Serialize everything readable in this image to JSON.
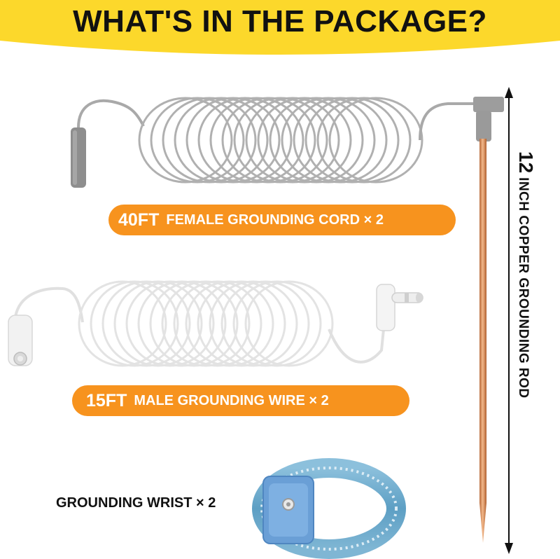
{
  "banner": {
    "title": "WHAT'S IN THE PACKAGE?",
    "color": "#fcd82b"
  },
  "items": {
    "female_cord": {
      "length": "40FT",
      "label": "FEMALE GROUNDING CORD × 2"
    },
    "male_wire": {
      "length": "15FT",
      "label": "MALE GROUNDING WIRE × 2"
    },
    "wrist": {
      "label": "GROUNDING WRIST × 2"
    },
    "rod": {
      "length": "12",
      "label": "INCH COPPER GROUNDING ROD"
    }
  },
  "colors": {
    "pill": "#f7931e",
    "gray_cord": "#a9a9a9",
    "white_wire": "#e6e6e6",
    "copper": "#d9935c",
    "wristband": "#6aa6c8"
  },
  "icons": [
    "gray-coiled-cord-icon",
    "white-coiled-wire-icon",
    "copper-rod-icon",
    "wrist-strap-icon",
    "dimension-arrow-icon"
  ]
}
